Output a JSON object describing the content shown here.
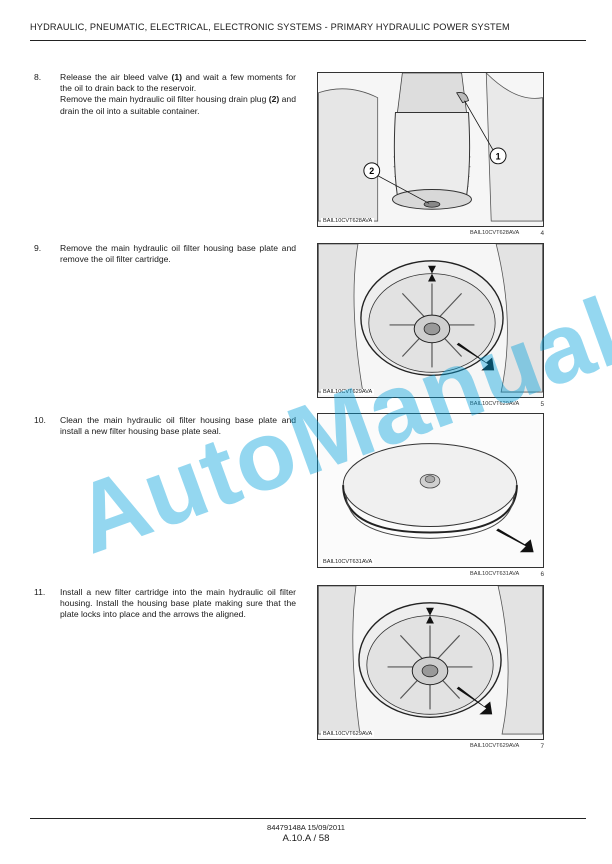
{
  "header": {
    "title": "HYDRAULIC, PNEUMATIC, ELECTRICAL, ELECTRONIC SYSTEMS - PRIMARY HYDRAULIC POWER SYSTEM"
  },
  "steps": [
    {
      "number": "8.",
      "parts": [
        "Release the air bleed valve ",
        "(1)",
        " and wait a few moments for the oil to drain back to the reservoir.",
        "Remove the main hydraulic oil filter housing drain plug ",
        "(2)",
        " and drain the oil into a suitable container."
      ]
    },
    {
      "number": "9.",
      "text": "Remove the main hydraulic oil filter housing base plate and remove the oil filter cartridge."
    },
    {
      "number": "10.",
      "text": "Clean the main hydraulic oil filter housing base plate and install a new filter housing base plate seal."
    },
    {
      "number": "11.",
      "text": "Install a new filter cartridge into the main hydraulic oil filter housing. Install the housing base plate making sure that the plate locks into place and the arrows the aligned."
    }
  ],
  "figures": [
    {
      "code": "BAIL10CVT628AVA",
      "caption_code": "BAIL10CVT628AVA",
      "number": "4",
      "callouts": [
        "1",
        "2"
      ]
    },
    {
      "code": "BAIL10CVT629AVA",
      "caption_code": "BAIL10CVT629AVA",
      "number": "5"
    },
    {
      "code": "BAIL10CVT631AVA",
      "caption_code": "BAIL10CVT631AVA",
      "number": "6"
    },
    {
      "code": "BAIL10CVT629AVA",
      "caption_code": "BAIL10CVT629AVA",
      "number": "7"
    }
  ],
  "watermark": "AutoManual",
  "footer": {
    "doc_code": "84479148A 15/09/2011",
    "page": "A.10.A / 58"
  }
}
